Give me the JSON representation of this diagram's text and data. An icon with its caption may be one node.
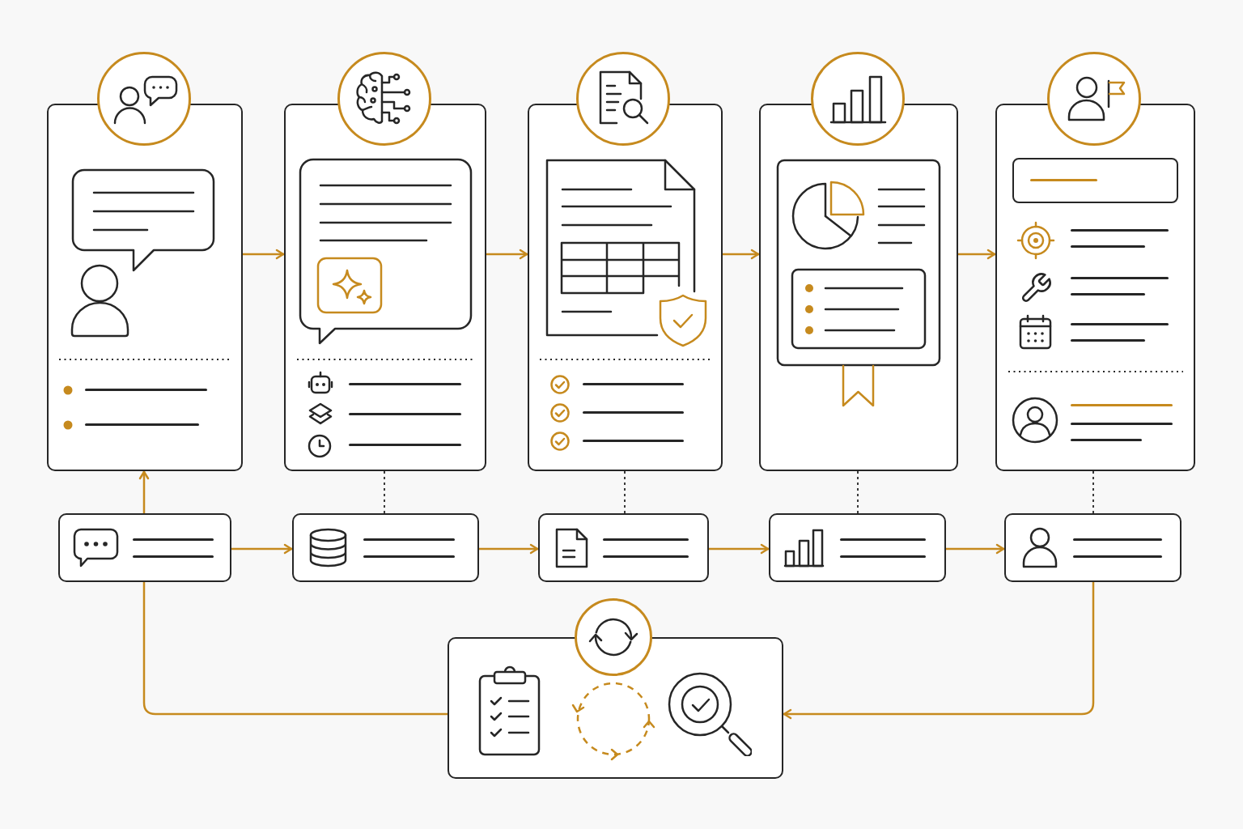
{
  "diagram": {
    "nodes": [
      {
        "text": [],
        "shape": "box"
      },
      {
        "text": [],
        "shape": "box"
      },
      {
        "text": [],
        "shape": "box"
      },
      {
        "text": [],
        "shape": "box"
      },
      {
        "text": [],
        "shape": "box"
      },
      {
        "text": [],
        "shape": "box"
      },
      {
        "text": [],
        "shape": "box"
      },
      {
        "text": [],
        "shape": "box"
      },
      {
        "text": [],
        "shape": "box"
      },
      {
        "text": [],
        "shape": "box"
      },
      {
        "text": [],
        "shape": "box"
      }
    ],
    "edges": [
      {
        "from": 0,
        "to": 1,
        "arrow": "to"
      },
      {
        "from": 1,
        "to": 2,
        "arrow": "to"
      },
      {
        "from": 2,
        "to": 3,
        "arrow": "to"
      },
      {
        "from": 3,
        "to": 4,
        "arrow": "to"
      },
      {
        "from": 5,
        "to": 0,
        "arrow": "to"
      },
      {
        "from": 5,
        "to": 6,
        "arrow": "to"
      },
      {
        "from": 6,
        "to": 7,
        "arrow": "to"
      },
      {
        "from": 7,
        "to": 8,
        "arrow": "to"
      },
      {
        "from": 8,
        "to": 9,
        "arrow": "to"
      },
      {
        "from": 1,
        "to": 6,
        "arrow": "none",
        "style": "dashed",
        "color": "#262626"
      },
      {
        "from": 2,
        "to": 7,
        "arrow": "none",
        "style": "dashed",
        "color": "#262626"
      },
      {
        "from": 3,
        "to": 8,
        "arrow": "none",
        "style": "dashed",
        "color": "#262626"
      },
      {
        "from": 4,
        "to": 9,
        "arrow": "none",
        "style": "dashed",
        "color": "#262626"
      },
      {
        "from": 9,
        "to": 10,
        "arrow": "to"
      },
      {
        "from": 10,
        "to": 5,
        "arrow": "none"
      }
    ]
  }
}
